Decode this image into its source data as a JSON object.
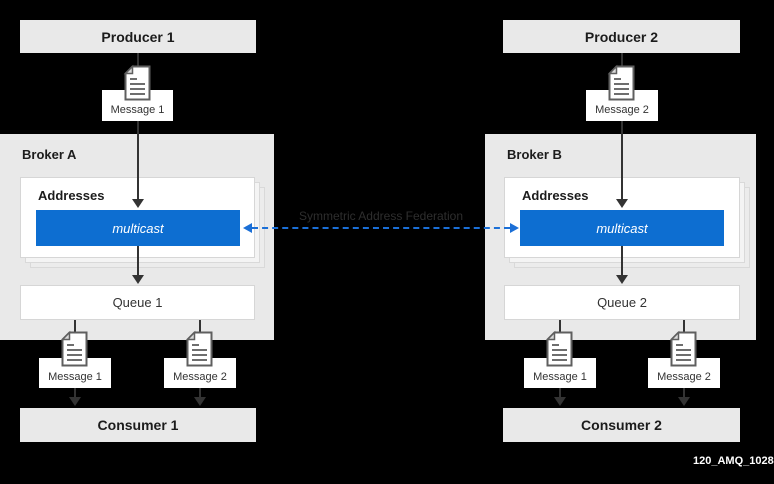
{
  "colors": {
    "background": "#000000",
    "panel_gray": "#e9e9e9",
    "address_blue": "#0d6ed1",
    "federation_blue": "#1b6fd6",
    "connector": "#333333"
  },
  "producers": [
    {
      "label": "Producer 1"
    },
    {
      "label": "Producer 2"
    }
  ],
  "top_messages": [
    {
      "label": "Message 1"
    },
    {
      "label": "Message 2"
    }
  ],
  "brokers": [
    {
      "name": "Broker A",
      "addresses_title": "Addresses",
      "address": "multicast",
      "queue": "Queue 1"
    },
    {
      "name": "Broker B",
      "addresses_title": "Addresses",
      "address": "multicast",
      "queue": "Queue 2"
    }
  ],
  "delivered_messages": {
    "left": [
      {
        "label": "Message 1"
      },
      {
        "label": "Message 2"
      }
    ],
    "right": [
      {
        "label": "Message 1"
      },
      {
        "label": "Message 2"
      }
    ]
  },
  "consumers": [
    {
      "label": "Consumer 1"
    },
    {
      "label": "Consumer 2"
    }
  ],
  "federation": {
    "label": "Symmetric Address Federation"
  },
  "diagram_id": "120_AMQ_1028"
}
